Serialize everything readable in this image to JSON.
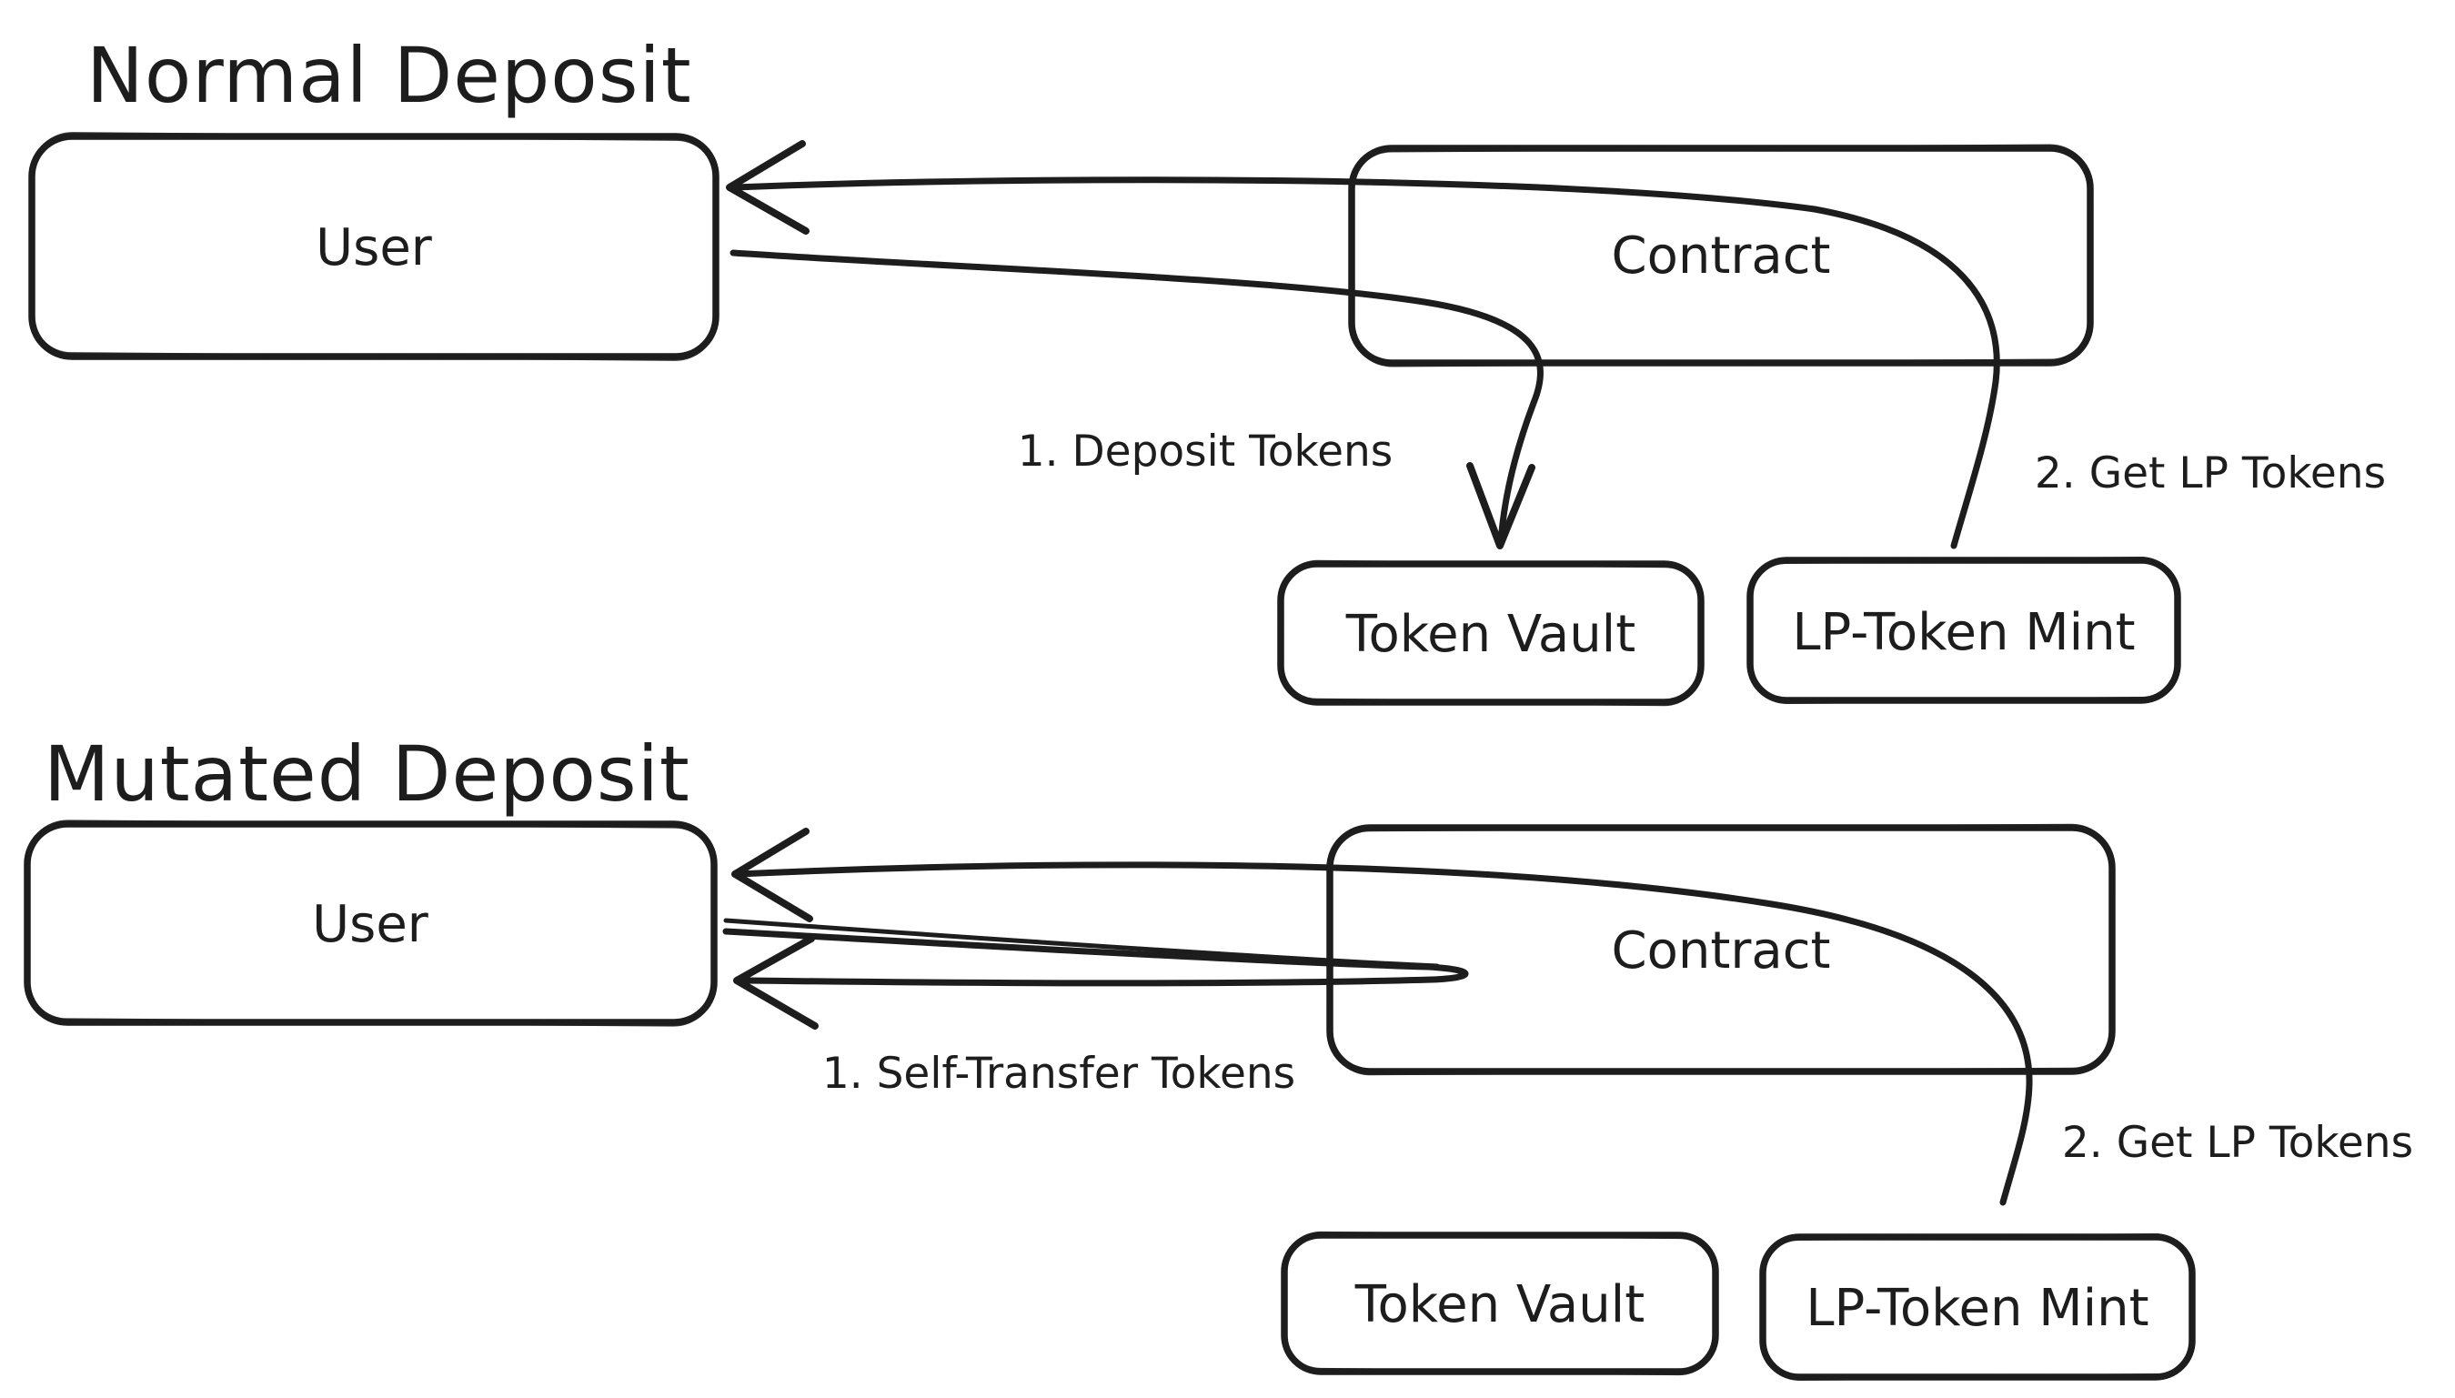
{
  "canvas": {
    "background": "#ffffff",
    "ink": "#1d1d1d"
  },
  "sections": {
    "normal": {
      "title": "Normal Deposit",
      "nodes": {
        "user": "User",
        "contract": "Contract",
        "token_vault": "Token Vault",
        "lp_token_mint": "LP-Token Mint"
      },
      "edges": {
        "deposit": "1. Deposit Tokens",
        "get_lp": "2. Get LP Tokens"
      }
    },
    "mutated": {
      "title": "Mutated Deposit",
      "nodes": {
        "user": "User",
        "contract": "Contract",
        "token_vault": "Token Vault",
        "lp_token_mint": "LP-Token Mint"
      },
      "edges": {
        "self_transfer": "1. Self-Transfer Tokens",
        "get_lp": "2. Get LP Tokens"
      }
    }
  }
}
